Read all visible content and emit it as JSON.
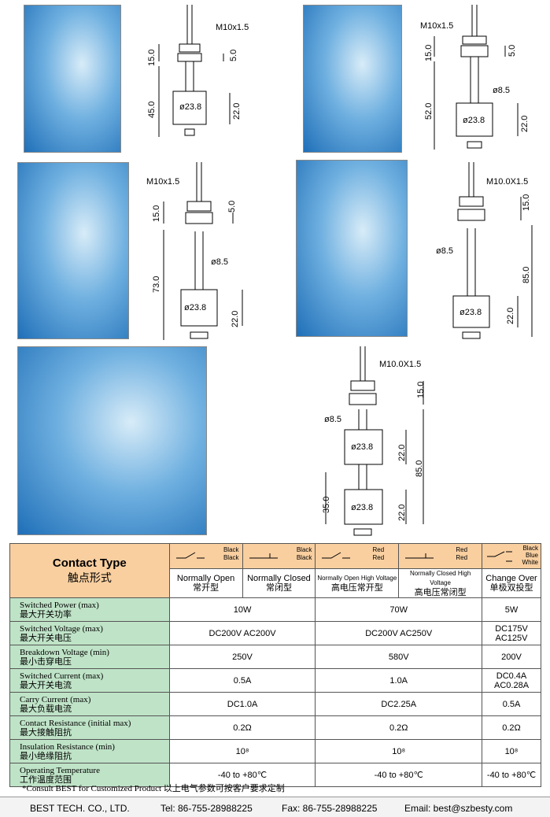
{
  "drawings": {
    "d1": {
      "thread": "M10x1.5",
      "top": "15.0",
      "nut": "5.0",
      "length": "45.0",
      "float_dia": "ø23.8",
      "float_h": "22.0"
    },
    "d2": {
      "thread": "M10x1.5",
      "top": "15.0",
      "nut": "5.0",
      "length": "52.0",
      "stem": "ø8.5",
      "float_dia": "ø23.8",
      "float_h": "22.0"
    },
    "d3": {
      "thread": "M10x1.5",
      "top": "15.0",
      "nut": "5.0",
      "length": "73.0",
      "stem": "ø8.5",
      "float_dia": "ø23.8",
      "float_h": "22.0"
    },
    "d4": {
      "thread": "M10.0X1.5",
      "top": "15.0",
      "length": "85.0",
      "stem": "ø8.5",
      "float_dia": "ø23.8",
      "float_h": "22.0"
    },
    "d5": {
      "thread": "M10.0X1.5",
      "top": "15.0",
      "length": "85.0",
      "stem": "ø8.5",
      "float_dia1": "ø23.8",
      "float_h1": "22.0",
      "lower": "35.0",
      "float_dia2": "ø23.8",
      "float_h2": "22.0"
    }
  },
  "table": {
    "title": "Contact Type",
    "title_cn": "触点形式",
    "switches": [
      {
        "wires": [
          "Black",
          "Black"
        ],
        "label": "Normally Open",
        "label_cn": "常开型"
      },
      {
        "wires": [
          "Black",
          "Black"
        ],
        "label": "Normally Closed",
        "label_cn": "常闭型"
      },
      {
        "wires": [
          "Red",
          "Red"
        ],
        "label": "Normally Open High Voltage",
        "label_cn": "高电压常开型"
      },
      {
        "wires": [
          "Red",
          "Red"
        ],
        "label": "Normally Closed High Voltage",
        "label_cn": "高电压常闭型"
      },
      {
        "wires": [
          "Black",
          "Blue",
          "White"
        ],
        "label": "Change Over",
        "label_cn": "单极双投型"
      }
    ],
    "rows": [
      {
        "label": "Switched Power (max)",
        "label_cn": "最大开关功率",
        "v1": "10W",
        "v2": "70W",
        "v3a": "5W",
        "v3b": ""
      },
      {
        "label": "Switched Voltage (max)",
        "label_cn": "最大开关电压",
        "v1": "DC200V  AC200V",
        "v2": "DC200V  AC250V",
        "v3a": "DC175V",
        "v3b": "AC125V"
      },
      {
        "label": "Breakdown Voltage (min)",
        "label_cn": "最小击穿电压",
        "v1": "250V",
        "v2": "580V",
        "v3a": "200V",
        "v3b": ""
      },
      {
        "label": "Switched Current (max)",
        "label_cn": "最大开关电流",
        "v1": "0.5A",
        "v2": "1.0A",
        "v3a": "DC0.4A",
        "v3b": "AC0.28A"
      },
      {
        "label": "Carry Current (max)",
        "label_cn": "最大负载电流",
        "v1": "DC1.0A",
        "v2": "DC2.25A",
        "v3a": "0.5A",
        "v3b": ""
      },
      {
        "label": "Contact Resistance (initial max)",
        "label_cn": "最大接触阻抗",
        "v1": "0.2Ω",
        "v2": "0.2Ω",
        "v3a": "0.2Ω",
        "v3b": ""
      },
      {
        "label": "Insulation Resistance (min)",
        "label_cn": "最小绝缘阻抗",
        "v1": "10⁸",
        "v2": "10⁸",
        "v3a": "10⁸",
        "v3b": ""
      },
      {
        "label": "Operating Temperature",
        "label_cn": "工作温度范围",
        "v1": "-40 to +80℃",
        "v2": "-40 to +80℃",
        "v3a": "-40 to +80℃",
        "v3b": ""
      }
    ]
  },
  "footer": {
    "note": "*Consult BEST for Customized Product 以上电气参数可按客户要求定制",
    "company": "BEST TECH. CO., LTD.",
    "tel": "Tel: 86-755-28988225",
    "fax": "Fax: 86-755-28988225",
    "email": "Email: best@szbesty.com"
  }
}
